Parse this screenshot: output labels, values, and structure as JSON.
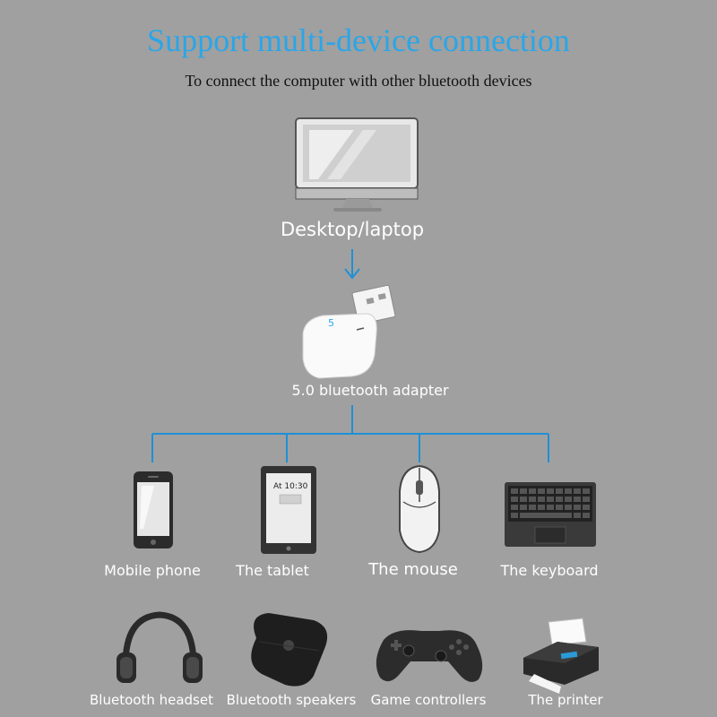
{
  "header": {
    "title": "Support multi-device connection",
    "subtitle": "To connect the computer with other bluetooth devices"
  },
  "source": {
    "label": "Desktop/laptop"
  },
  "adapter": {
    "label": "5.0 bluetooth adapter",
    "badge": "5"
  },
  "devices_row1": [
    {
      "label": "Mobile phone"
    },
    {
      "label": "The tablet",
      "screen_text": "At 10:30"
    },
    {
      "label": "The mouse"
    },
    {
      "label": "The keyboard"
    }
  ],
  "devices_row2": [
    {
      "label": "Bluetooth headset"
    },
    {
      "label": "Bluetooth speakers"
    },
    {
      "label": "Game controllers"
    },
    {
      "label": "The printer"
    }
  ],
  "colors": {
    "accent": "#2aa6e8",
    "background": "#a0a0a0",
    "connector": "#1e90d6"
  }
}
